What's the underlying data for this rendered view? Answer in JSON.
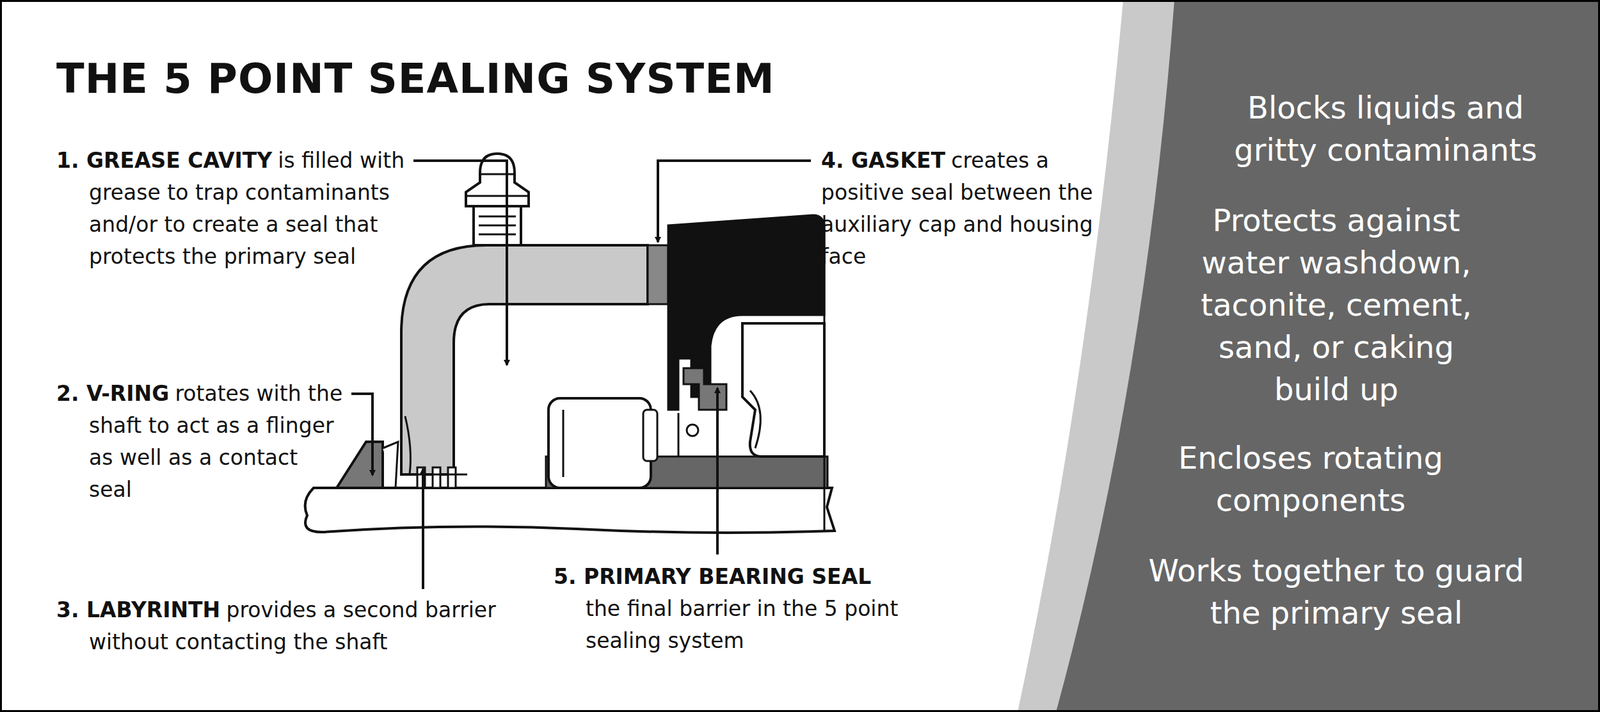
{
  "diagram": {
    "title": "THE 5 POINT SEALING SYSTEM",
    "nodes": [
      {
        "text": [
          "Blocks liquids and gritty contaminants",
          "Protects against water washdown, taconite, cement, sand, or caking build up",
          "Encloses rotating components",
          "Works together to guard the primary seal"
        ]
      }
    ],
    "labels": [
      "1. GREASE CAVITY",
      "is filled with grease to trap contaminants and/or to create a seal that protects the primary seal",
      "2. V-RING",
      "rotates with the shaft to act as a flinger as well as a contact seal",
      "3. LABYRINTH",
      "provides a second barrier without contacting the shaft",
      "4. GASKET",
      "creates a positive seal between the auxiliary cap and housing face",
      "5. PRIMARY BEARING SEAL",
      "the final barrier in the 5 point sealing system"
    ]
  }
}
